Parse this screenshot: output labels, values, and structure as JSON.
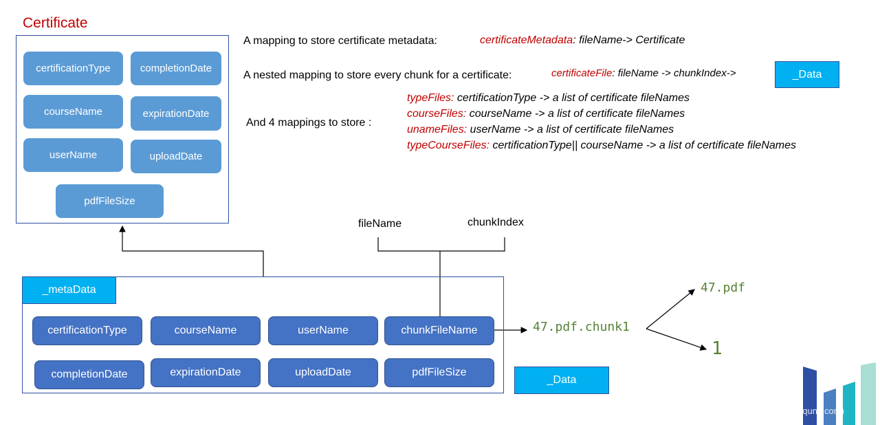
{
  "certificate": {
    "title": "Certificate",
    "fields": [
      "certificationType",
      "completionDate",
      "courseName",
      "expirationDate",
      "userName",
      "uploadDate",
      "pdfFileSize"
    ]
  },
  "notes": {
    "metadata_mapping": {
      "description": "A mapping to store certificate metadata:",
      "name": "certificateMetadata",
      "rest": ":  fileName-> Certificate"
    },
    "file_mapping": {
      "description": "A nested mapping to store every chunk for a certificate:",
      "name": "certificateFile",
      "rest": ": fileName -> chunkIndex->",
      "target": "_Data"
    },
    "four_mappings": {
      "description": "And 4 mappings to store :",
      "items": [
        {
          "name": "typeFiles:",
          "rest": "  certificationType  -> a list of certificate fileNames"
        },
        {
          "name": "courseFiles:",
          "rest": " courseName  -> a list of certificate fileNames"
        },
        {
          "name": "unameFiles:",
          "rest": " userName -> a list of certificate fileNames"
        },
        {
          "name": "typeCourseFiles:",
          "rest": " certificationType|| courseName -> a list of certificate fileNames"
        }
      ]
    }
  },
  "key_labels": {
    "file_name": "fileName",
    "chunk_index": "chunkIndex"
  },
  "metadata_struct": {
    "title": "_metaData",
    "fields": [
      "certificationType",
      "courseName",
      "userName",
      "chunkFileName",
      "completionDate",
      "expirationDate",
      "uploadDate",
      "pdfFileSize"
    ]
  },
  "data_box": {
    "label": "_Data"
  },
  "chunk_example": {
    "chunk_name": "47.pdf.chunk1",
    "file_name": "47.pdf",
    "index": "1"
  },
  "watermark": "aqunk com)",
  "colors": {
    "title_red": "#c00000",
    "light_blue": "#5b9bd5",
    "dark_blue": "#4472c4",
    "cyan": "#00b0f0",
    "green": "#548235",
    "frame": "#2f4f9f"
  }
}
